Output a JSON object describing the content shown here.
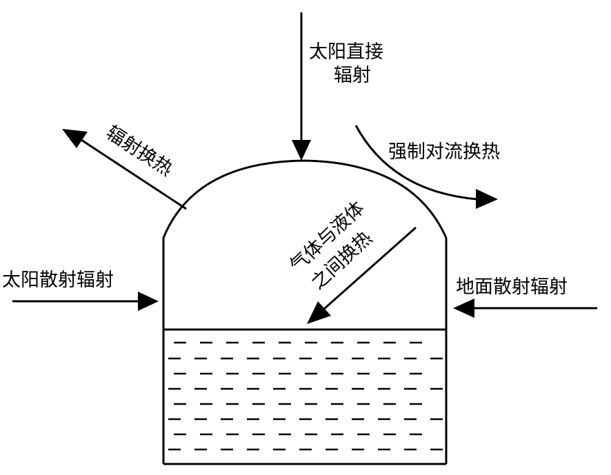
{
  "labels": {
    "direct_radiation_line1": "太阳直接",
    "direct_radiation_line2": "辐射",
    "forced_convection": "强制对流换热",
    "radiative_exchange": "辐射换热",
    "gas_liquid_line1": "气体与液体",
    "gas_liquid_line2": "之间换热",
    "solar_scattered": "太阳散射辐射",
    "ground_scattered": "地面散射辐射"
  },
  "colors": {
    "stroke": "#000000",
    "background": "#ffffff"
  }
}
